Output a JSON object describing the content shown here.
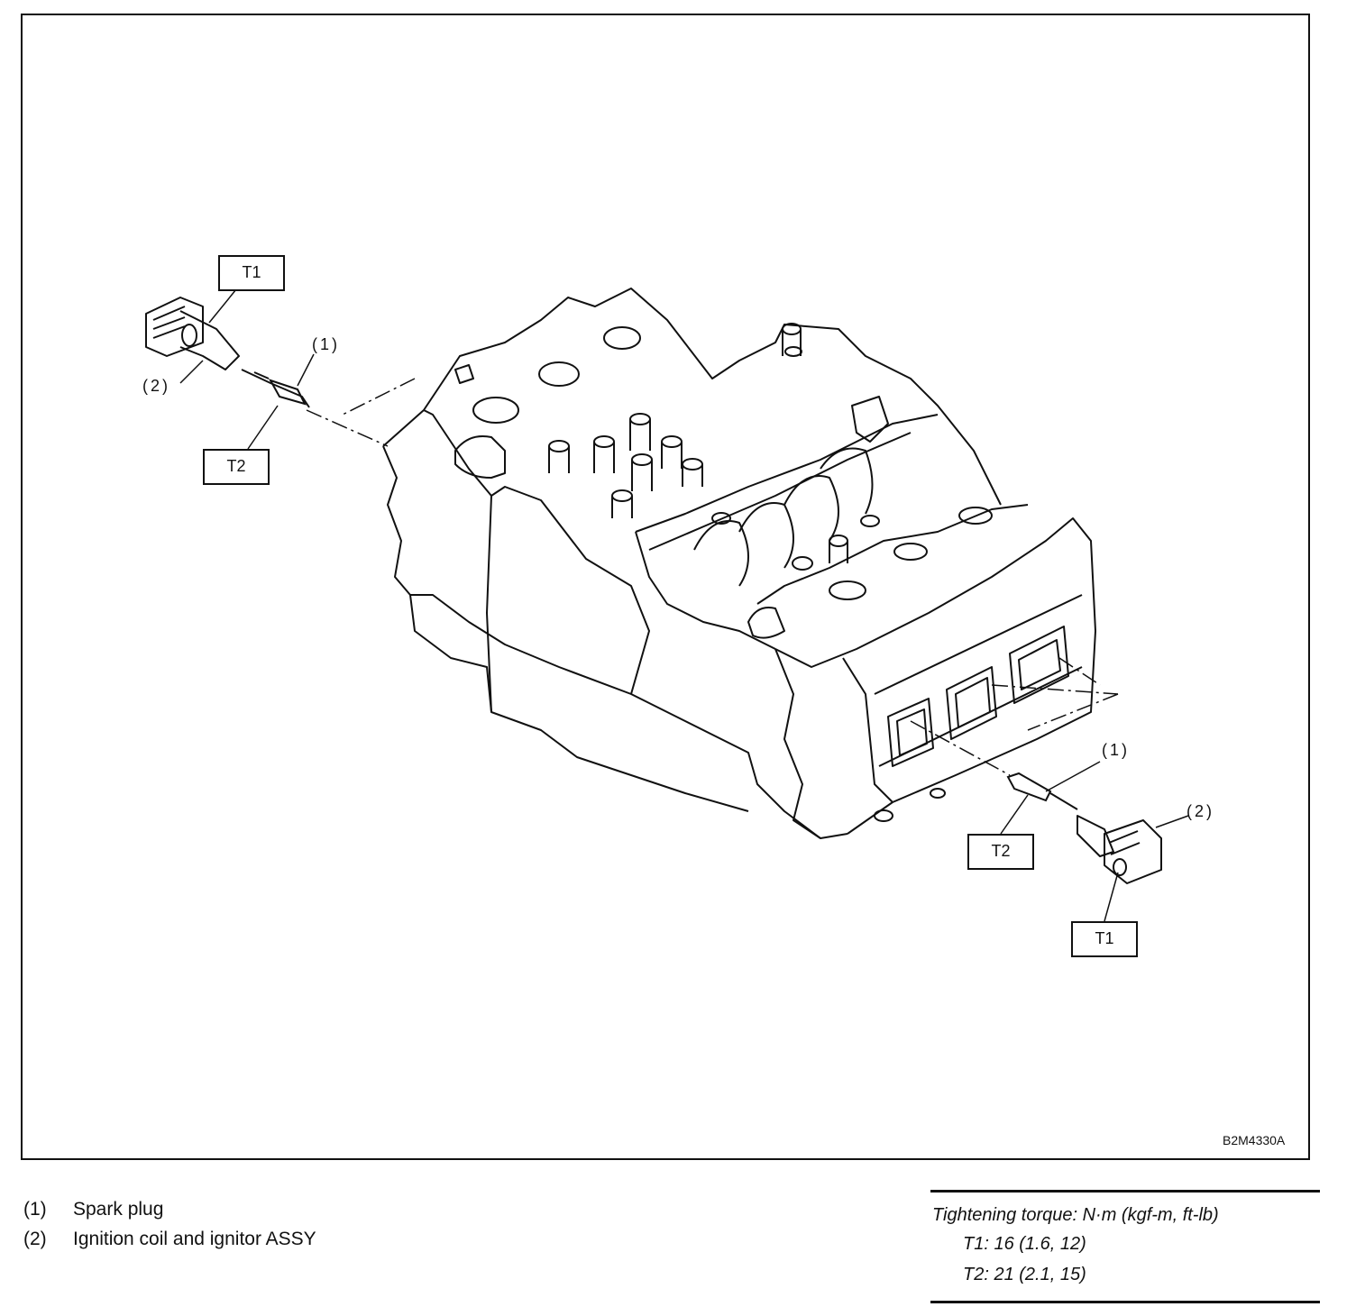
{
  "figure": {
    "code": "B2M4330A",
    "callouts": {
      "t1_left": "T1",
      "t2_left": "T2",
      "n1_left": "(1)",
      "n2_left": "(2)",
      "t1_right": "T1",
      "t2_right": "T2",
      "n1_right": "(1)",
      "n2_right": "(2)"
    }
  },
  "legend": [
    {
      "num": "(1)",
      "label": "Spark plug"
    },
    {
      "num": "(2)",
      "label": "Ignition coil and ignitor ASSY"
    }
  ],
  "torque": {
    "title": "Tightening torque: N·m (kgf-m, ft-lb)",
    "rows": [
      "T1: 16 (1.6, 12)",
      "T2: 21 (2.1, 15)"
    ]
  }
}
